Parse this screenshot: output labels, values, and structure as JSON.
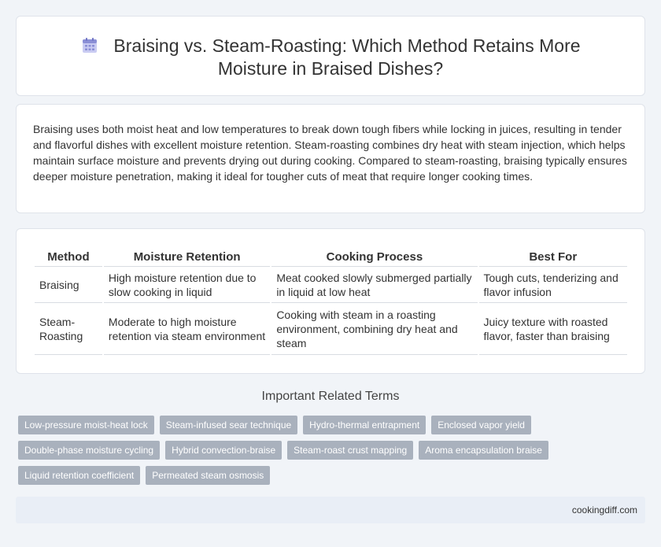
{
  "header": {
    "title": "Braising vs. Steam-Roasting: Which Method Retains More Moisture in Braised Dishes?",
    "icon": "calendar-icon"
  },
  "intro": {
    "text": "Braising uses both moist heat and low temperatures to break down tough fibers while locking in juices, resulting in tender and flavorful dishes with excellent moisture retention. Steam-roasting combines dry heat with steam injection, which helps maintain surface moisture and prevents drying out during cooking. Compared to steam-roasting, braising typically ensures deeper moisture penetration, making it ideal for tougher cuts of meat that require longer cooking times."
  },
  "table": {
    "headers": [
      "Method",
      "Moisture Retention",
      "Cooking Process",
      "Best For"
    ],
    "rows": [
      [
        "Braising",
        "High moisture retention due to slow cooking in liquid",
        "Meat cooked slowly submerged partially in liquid at low heat",
        "Tough cuts, tenderizing and flavor infusion"
      ],
      [
        "Steam-Roasting",
        "Moderate to high moisture retention via steam environment",
        "Cooking with steam in a roasting environment, combining dry heat and steam",
        "Juicy texture with roasted flavor, faster than braising"
      ]
    ]
  },
  "related": {
    "title": "Important Related Terms",
    "tags": [
      "Low-pressure moist-heat lock",
      "Steam-infused sear technique",
      "Hydro-thermal entrapment",
      "Enclosed vapor yield",
      "Double-phase moisture cycling",
      "Hybrid convection-braise",
      "Steam-roast crust mapping",
      "Aroma encapsulation braise",
      "Liquid retention coefficient",
      "Permeated steam osmosis"
    ]
  },
  "footer": {
    "site": "cookingdiff.com"
  },
  "colors": {
    "background": "#f1f4f8",
    "tag": "#a9b1bd",
    "footer": "#e9eef6",
    "icon": "#8b8fd6"
  }
}
